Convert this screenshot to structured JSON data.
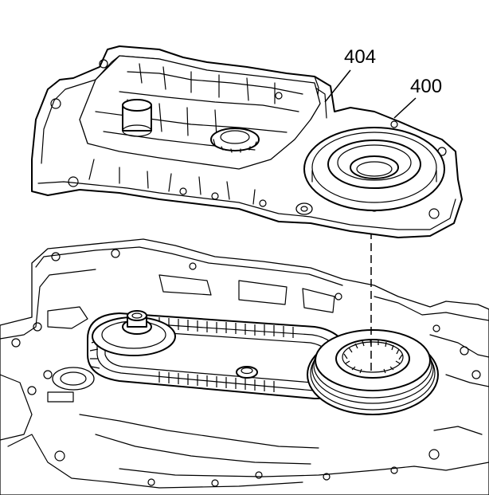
{
  "diagram": {
    "callouts": [
      {
        "id": "404",
        "text": "404"
      },
      {
        "id": "400",
        "text": "400"
      }
    ],
    "colors": {
      "line": "#000000",
      "background": "#ffffff"
    }
  }
}
